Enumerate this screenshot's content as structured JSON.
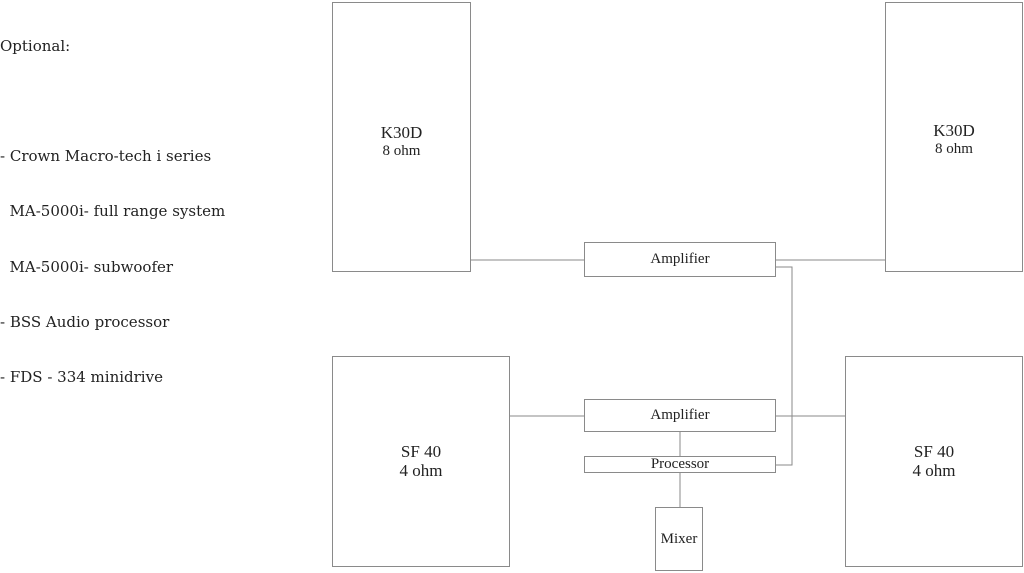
{
  "notes": {
    "heading": "Optional:",
    "items": [
      "- Crown Macro-tech i series",
      "  MA-5000i- full range system",
      "  MA-5000i- subwoofer",
      "- BSS Audio processor",
      "- FDS - 334 minidrive"
    ]
  },
  "speakers": {
    "left_top": {
      "model": "K30D",
      "impedance": "8 ohm"
    },
    "right_top": {
      "model": "K30D",
      "impedance": "8 ohm"
    },
    "left_bottom": {
      "model": "SF 40",
      "impedance": "4 ohm"
    },
    "right_bottom": {
      "model": "SF 40",
      "impedance": "4 ohm"
    }
  },
  "devices": {
    "amplifier_top": "Amplifier",
    "amplifier_bottom": "Amplifier",
    "processor": "Processor",
    "mixer": "Mixer"
  }
}
